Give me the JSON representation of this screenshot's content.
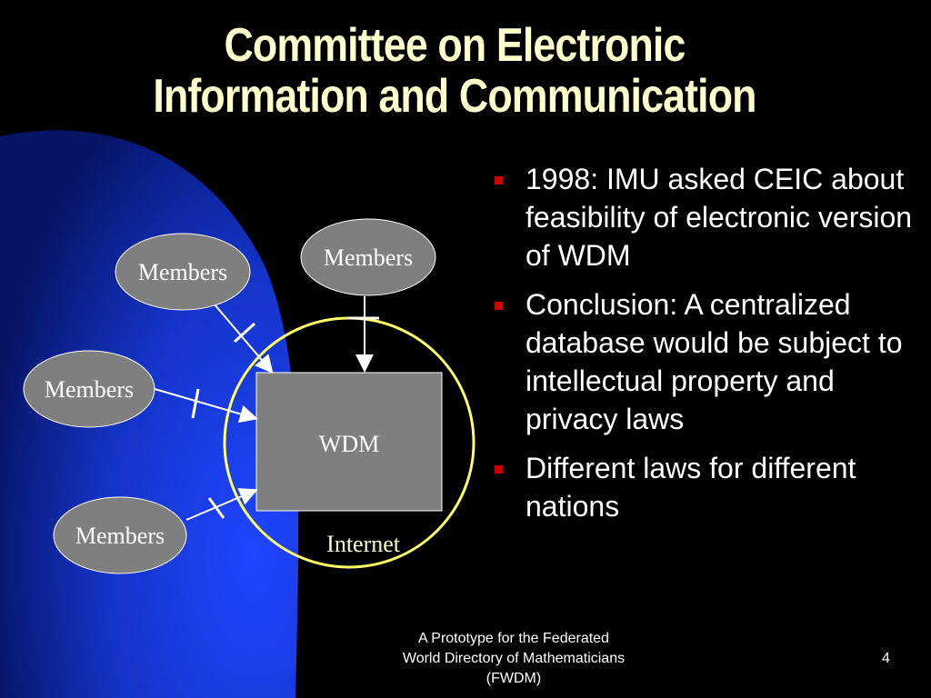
{
  "title": {
    "line1": "Committee on Electronic",
    "line2": "Information and Communication"
  },
  "diagram": {
    "center_label": "WDM",
    "boundary_label": "Internet",
    "member_nodes": [
      {
        "label": "Members"
      },
      {
        "label": "Members"
      },
      {
        "label": "Members"
      },
      {
        "label": "Members"
      }
    ],
    "colors": {
      "node_fill": "#7f7f7f",
      "boundary": "#ffff66",
      "blob": "#1a3bd6"
    }
  },
  "bullets": [
    {
      "text": "1998: IMU asked CEIC about feasibility of electronic version of WDM"
    },
    {
      "text": "Conclusion: A centralized database would be subject to intellectual property and privacy laws"
    },
    {
      "text": "Different laws for different nations"
    }
  ],
  "footer": {
    "line1": "A Prototype for the Federated",
    "line2": "World Directory of Mathematicians",
    "line3": "(FWDM)",
    "page_number": "4"
  }
}
